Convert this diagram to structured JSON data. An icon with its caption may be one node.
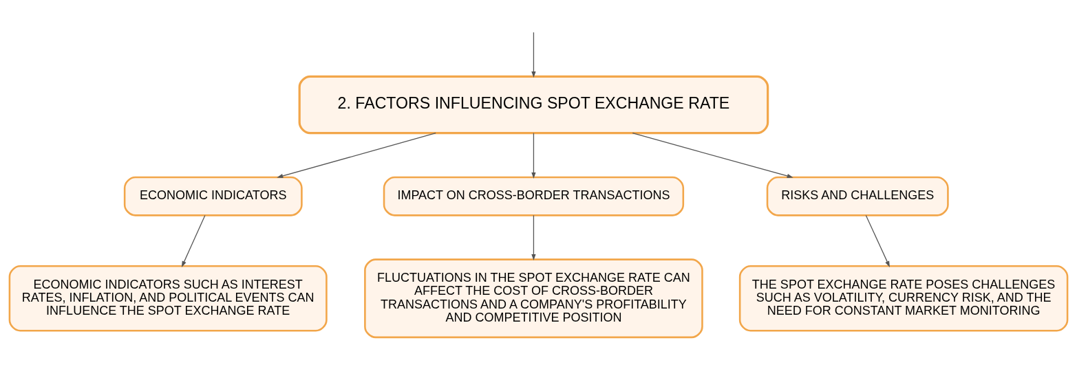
{
  "diagram": {
    "nodes": [
      {
        "text": [
          "2. FACTORS INFLUENCING SPOT EXCHANGE RATE"
        ]
      },
      {
        "text": [
          "ECONOMIC INDICATORS"
        ]
      },
      {
        "text": [
          "IMPACT ON CROSS-BORDER TRANSACTIONS"
        ]
      },
      {
        "text": [
          "RISKS AND CHALLENGES"
        ]
      },
      {
        "text": [
          "ECONOMIC INDICATORS SUCH AS INTEREST RATES, INFLATION, AND POLITICAL EVENTS CAN INFLUENCE THE SPOT EXCHANGE RATE"
        ]
      },
      {
        "text": [
          "FLUCTUATIONS IN THE SPOT EXCHANGE RATE CAN AFFECT THE COST OF CROSS-BORDER TRANSACTIONS AND A COMPANY'S PROFITABILITY AND COMPETITIVE POSITION"
        ]
      },
      {
        "text": [
          "THE SPOT EXCHANGE RATE POSES CHALLENGES SUCH AS VOLATILITY, CURRENCY RISK, AND THE NEED FOR CONSTANT MARKET MONITORING"
        ]
      }
    ],
    "edges": [
      {
        "from": null,
        "to": 0,
        "arrow": "to"
      },
      {
        "from": 0,
        "to": 1,
        "arrow": "to"
      },
      {
        "from": 0,
        "to": 2,
        "arrow": "to"
      },
      {
        "from": 0,
        "to": 3,
        "arrow": "to"
      },
      {
        "from": 1,
        "to": 4,
        "arrow": "to"
      },
      {
        "from": 2,
        "to": 5,
        "arrow": "to"
      },
      {
        "from": 3,
        "to": 6,
        "arrow": "to"
      }
    ]
  }
}
